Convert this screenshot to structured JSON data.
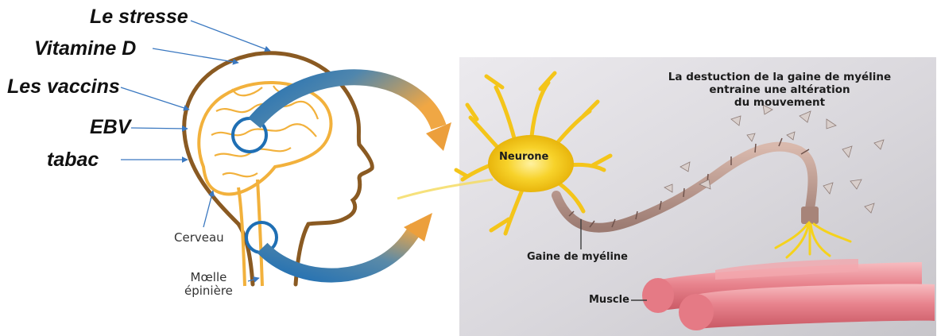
{
  "risk_factors": [
    "Le stresse",
    "Vitamine D",
    "Les vaccins",
    "EBV",
    "tabac"
  ],
  "head_labels": {
    "brain": "Cerveau",
    "spinal_cord_line1": "Mœlle",
    "spinal_cord_line2": "épinière"
  },
  "neuron_panel": {
    "title_lines": [
      "La destuction de la gaine de myéline",
      "entraine une altération",
      "du mouvement"
    ],
    "neuron": "Neurone",
    "myelin": "Gaine de myéline",
    "muscle": "Muscle"
  },
  "colors": {
    "head_outline": "#8a5a22",
    "brain": "#f2b13c",
    "arrow_blue": "#1f6fb4",
    "arrow_gold": "#e8a245",
    "neuron": "#f5cb1a",
    "muscle": "#e8858f",
    "pointer": "#3a78c0"
  }
}
